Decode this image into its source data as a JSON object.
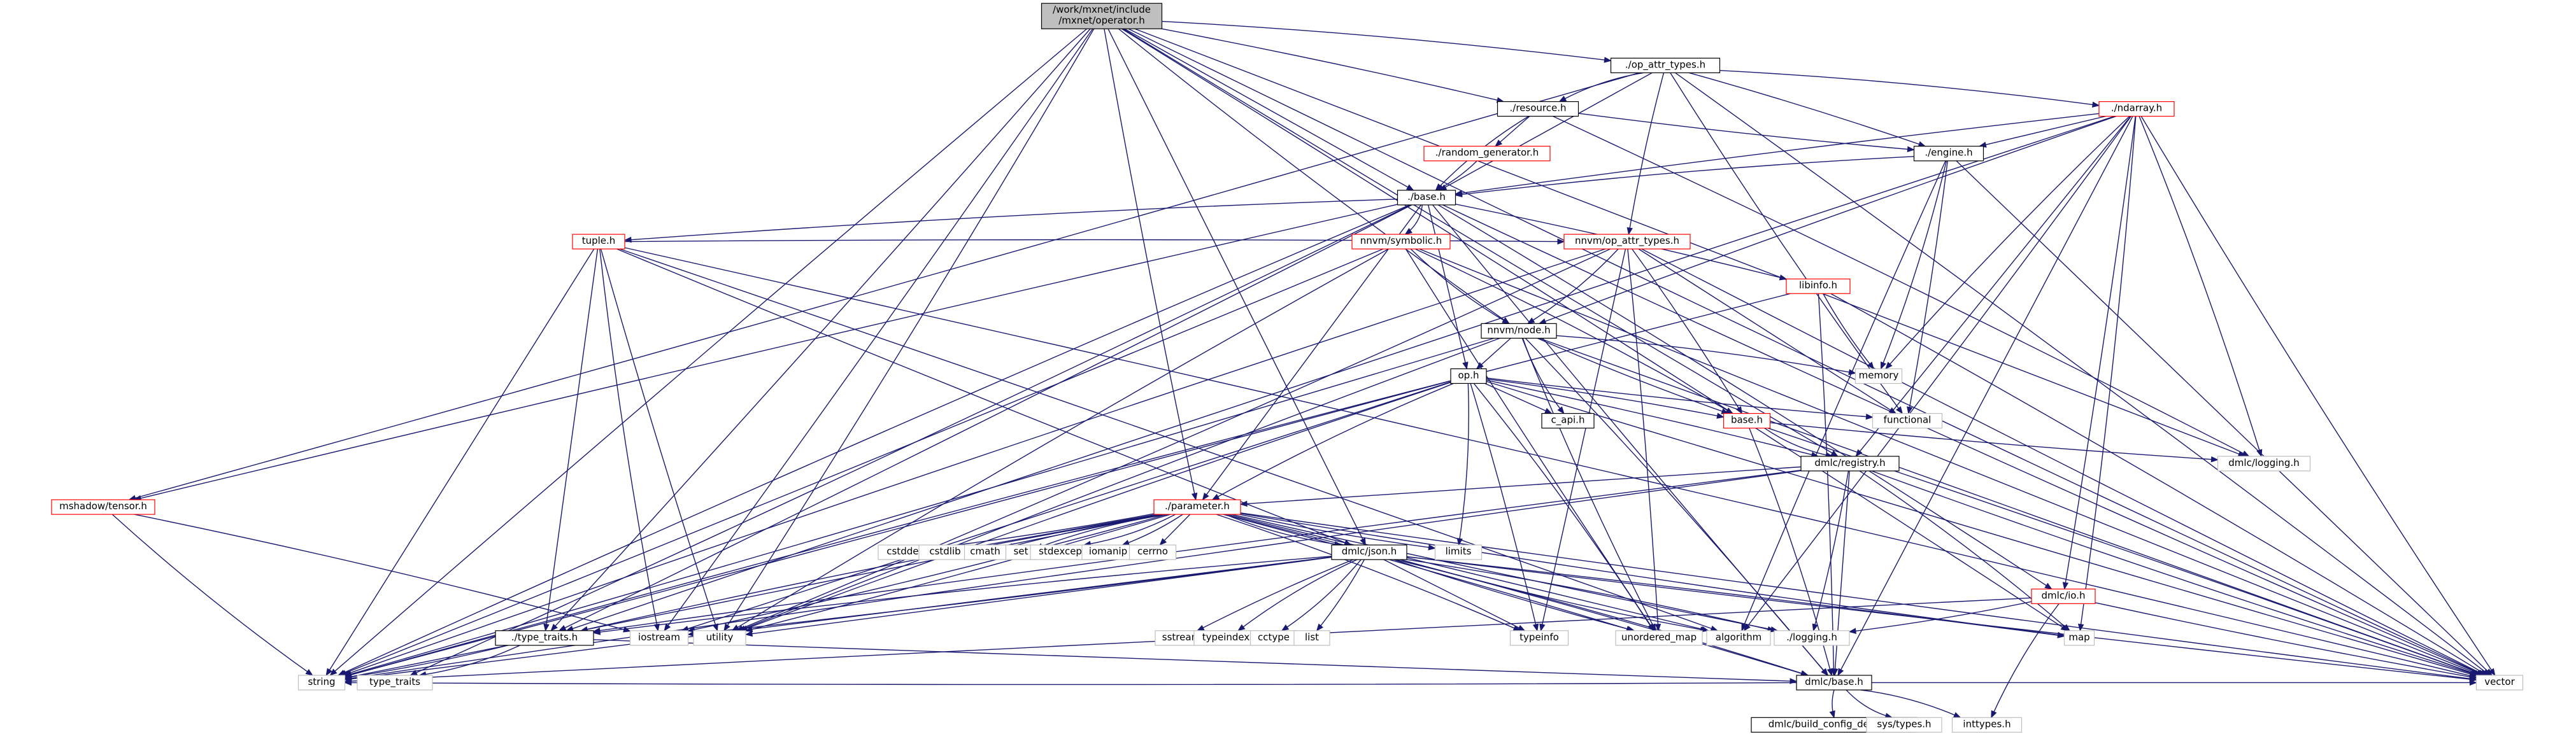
{
  "title": "/work/mxnet/include/mxnet/operator.h",
  "colors": {
    "root_fill": "#bfbfbf",
    "root_border": "#000000",
    "doc_border": "#000000",
    "undoc_border": "#ff0000",
    "system_border": "#bfbfbf",
    "edge": "#191970",
    "background": "#ffffff"
  },
  "nodes": [
    {
      "id": "operator_h",
      "lines": [
        "/work/mxnet/include",
        "/mxnet/operator.h"
      ],
      "kind": "root"
    },
    {
      "id": "op_attr_types",
      "lines": [
        "./op_attr_types.h"
      ],
      "kind": "doc"
    },
    {
      "id": "resource",
      "lines": [
        "./resource.h"
      ],
      "kind": "doc"
    },
    {
      "id": "ndarray",
      "lines": [
        "./ndarray.h"
      ],
      "kind": "undoc"
    },
    {
      "id": "random_generator",
      "lines": [
        "./random_generator.h"
      ],
      "kind": "undoc"
    },
    {
      "id": "engine",
      "lines": [
        "./engine.h"
      ],
      "kind": "doc"
    },
    {
      "id": "base",
      "lines": [
        "./base.h"
      ],
      "kind": "doc"
    },
    {
      "id": "tuple",
      "lines": [
        "tuple.h"
      ],
      "kind": "undoc"
    },
    {
      "id": "nnvm_symbolic",
      "lines": [
        "nnvm/symbolic.h"
      ],
      "kind": "undoc"
    },
    {
      "id": "nnvm_op_attr_types",
      "lines": [
        "nnvm/op_attr_types.h"
      ],
      "kind": "undoc"
    },
    {
      "id": "libinfo",
      "lines": [
        "libinfo.h"
      ],
      "kind": "undoc"
    },
    {
      "id": "nnvm_node",
      "lines": [
        "nnvm/node.h"
      ],
      "kind": "doc"
    },
    {
      "id": "op_h",
      "lines": [
        "op.h"
      ],
      "kind": "doc"
    },
    {
      "id": "memory",
      "lines": [
        "memory"
      ],
      "kind": "system"
    },
    {
      "id": "functional",
      "lines": [
        "functional"
      ],
      "kind": "system"
    },
    {
      "id": "c_api",
      "lines": [
        "c_api.h"
      ],
      "kind": "doc"
    },
    {
      "id": "base2",
      "lines": [
        "base.h"
      ],
      "kind": "undoc"
    },
    {
      "id": "dmlc_logging",
      "lines": [
        "dmlc/logging.h"
      ],
      "kind": "system"
    },
    {
      "id": "dmlc_registry",
      "lines": [
        "dmlc/registry.h"
      ],
      "kind": "doc"
    },
    {
      "id": "mshadow_tensor",
      "lines": [
        "mshadow/tensor.h"
      ],
      "kind": "undoc"
    },
    {
      "id": "parameter",
      "lines": [
        "./parameter.h"
      ],
      "kind": "undoc"
    },
    {
      "id": "cstddef",
      "lines": [
        "cstddef"
      ],
      "kind": "system"
    },
    {
      "id": "cstdlib",
      "lines": [
        "cstdlib"
      ],
      "kind": "system"
    },
    {
      "id": "cmath",
      "lines": [
        "cmath"
      ],
      "kind": "system"
    },
    {
      "id": "set",
      "lines": [
        "set"
      ],
      "kind": "system"
    },
    {
      "id": "stdexcept",
      "lines": [
        "stdexcept"
      ],
      "kind": "system"
    },
    {
      "id": "iomanip",
      "lines": [
        "iomanip"
      ],
      "kind": "system"
    },
    {
      "id": "cerrno",
      "lines": [
        "cerrno"
      ],
      "kind": "system"
    },
    {
      "id": "limits",
      "lines": [
        "limits"
      ],
      "kind": "system"
    },
    {
      "id": "dmlc_json",
      "lines": [
        "dmlc/json.h"
      ],
      "kind": "doc"
    },
    {
      "id": "dmlc_io",
      "lines": [
        "dmlc/io.h"
      ],
      "kind": "undoc"
    },
    {
      "id": "iostream",
      "lines": [
        "iostream"
      ],
      "kind": "system"
    },
    {
      "id": "utility",
      "lines": [
        "utility"
      ],
      "kind": "system"
    },
    {
      "id": "sstream",
      "lines": [
        "sstream"
      ],
      "kind": "system"
    },
    {
      "id": "typeindex",
      "lines": [
        "typeindex"
      ],
      "kind": "system"
    },
    {
      "id": "cctype",
      "lines": [
        "cctype"
      ],
      "kind": "system"
    },
    {
      "id": "list",
      "lines": [
        "list"
      ],
      "kind": "system"
    },
    {
      "id": "typeinfo",
      "lines": [
        "typeinfo"
      ],
      "kind": "system"
    },
    {
      "id": "unordered_map",
      "lines": [
        "unordered_map"
      ],
      "kind": "system"
    },
    {
      "id": "algorithm",
      "lines": [
        "algorithm"
      ],
      "kind": "system"
    },
    {
      "id": "logging_h",
      "lines": [
        "./logging.h"
      ],
      "kind": "system"
    },
    {
      "id": "map",
      "lines": [
        "map"
      ],
      "kind": "system"
    },
    {
      "id": "type_traits_h",
      "lines": [
        "./type_traits.h"
      ],
      "kind": "doc"
    },
    {
      "id": "type_traits",
      "lines": [
        "type_traits"
      ],
      "kind": "system"
    },
    {
      "id": "dmlc_base",
      "lines": [
        "dmlc/base.h"
      ],
      "kind": "doc"
    },
    {
      "id": "build_config",
      "lines": [
        "dmlc/build_config_default.h"
      ],
      "kind": "doc"
    },
    {
      "id": "sys_types",
      "lines": [
        "sys/types.h"
      ],
      "kind": "system"
    },
    {
      "id": "inttypes",
      "lines": [
        "inttypes.h"
      ],
      "kind": "system"
    },
    {
      "id": "string",
      "lines": [
        "string"
      ],
      "kind": "system"
    },
    {
      "id": "vector",
      "lines": [
        "vector"
      ],
      "kind": "system"
    }
  ],
  "edges": [
    [
      "operator_h",
      "op_attr_types"
    ],
    [
      "operator_h",
      "resource"
    ],
    [
      "operator_h",
      "base"
    ],
    [
      "operator_h",
      "string"
    ],
    [
      "operator_h",
      "vector"
    ],
    [
      "operator_h",
      "utility"
    ],
    [
      "operator_h",
      "iostream"
    ],
    [
      "operator_h",
      "dmlc_logging"
    ],
    [
      "operator_h",
      "dmlc_registry"
    ],
    [
      "operator_h",
      "nnvm_node"
    ],
    [
      "operator_h",
      "map"
    ],
    [
      "operator_h",
      "type_traits_h"
    ],
    [
      "operator_h",
      "dmlc_json"
    ],
    [
      "operator_h",
      "parameter"
    ],
    [
      "op_attr_types",
      "resource"
    ],
    [
      "op_attr_types",
      "ndarray"
    ],
    [
      "op_attr_types",
      "engine"
    ],
    [
      "op_attr_types",
      "base"
    ],
    [
      "op_attr_types",
      "nnvm_op_attr_types"
    ],
    [
      "op_attr_types",
      "functional"
    ],
    [
      "op_attr_types",
      "vector"
    ],
    [
      "op_attr_types",
      "mshadow_tensor"
    ],
    [
      "resource",
      "random_generator"
    ],
    [
      "resource",
      "engine"
    ],
    [
      "resource",
      "base"
    ],
    [
      "resource",
      "dmlc_logging"
    ],
    [
      "random_generator",
      "base"
    ],
    [
      "ndarray",
      "engine"
    ],
    [
      "ndarray",
      "base"
    ],
    [
      "ndarray",
      "memory"
    ],
    [
      "ndarray",
      "dmlc_logging"
    ],
    [
      "ndarray",
      "dmlc_io"
    ],
    [
      "ndarray",
      "dmlc_registry"
    ],
    [
      "ndarray",
      "nnvm_node"
    ],
    [
      "ndarray",
      "vector"
    ],
    [
      "ndarray",
      "map"
    ],
    [
      "ndarray",
      "algorithm"
    ],
    [
      "ndarray",
      "dmlc_base"
    ],
    [
      "ndarray",
      "type_traits_h"
    ],
    [
      "engine",
      "base"
    ],
    [
      "engine",
      "memory"
    ],
    [
      "engine",
      "functional"
    ],
    [
      "engine",
      "vector"
    ],
    [
      "engine",
      "algorithm"
    ],
    [
      "base",
      "tuple"
    ],
    [
      "base",
      "nnvm_symbolic"
    ],
    [
      "base",
      "libinfo"
    ],
    [
      "base",
      "op_h"
    ],
    [
      "base",
      "mshadow_tensor"
    ],
    [
      "base",
      "string"
    ],
    [
      "base",
      "dmlc_io"
    ],
    [
      "base",
      "type_traits_h"
    ],
    [
      "base",
      "parameter"
    ],
    [
      "base",
      "dmlc_base"
    ],
    [
      "base",
      "vector"
    ],
    [
      "base",
      "type_traits"
    ],
    [
      "tuple",
      "nnvm_op_attr_types"
    ],
    [
      "tuple",
      "string"
    ],
    [
      "tuple",
      "utility"
    ],
    [
      "tuple",
      "iostream"
    ],
    [
      "tuple",
      "vector"
    ],
    [
      "tuple",
      "algorithm"
    ],
    [
      "tuple",
      "type_traits_h"
    ],
    [
      "tuple",
      "dmlc_json"
    ],
    [
      "nnvm_symbolic",
      "nnvm_node"
    ],
    [
      "nnvm_symbolic",
      "base2"
    ],
    [
      "nnvm_symbolic",
      "string"
    ],
    [
      "nnvm_symbolic",
      "vector"
    ],
    [
      "nnvm_symbolic",
      "unordered_map"
    ],
    [
      "nnvm_symbolic",
      "utility"
    ],
    [
      "nnvm_op_attr_types",
      "nnvm_node"
    ],
    [
      "nnvm_op_attr_types",
      "base2"
    ],
    [
      "nnvm_op_attr_types",
      "functional"
    ],
    [
      "nnvm_op_attr_types",
      "vector"
    ],
    [
      "nnvm_op_attr_types",
      "string"
    ],
    [
      "nnvm_op_attr_types",
      "utility"
    ],
    [
      "nnvm_op_attr_types",
      "unordered_map"
    ],
    [
      "nnvm_op_attr_types",
      "typeinfo"
    ],
    [
      "libinfo",
      "memory"
    ],
    [
      "libinfo",
      "string"
    ],
    [
      "libinfo",
      "vector"
    ],
    [
      "libinfo",
      "dmlc_base"
    ],
    [
      "nnvm_node",
      "op_h"
    ],
    [
      "nnvm_node",
      "base2"
    ],
    [
      "nnvm_node",
      "c_api"
    ],
    [
      "nnvm_node",
      "memory"
    ],
    [
      "nnvm_node",
      "string"
    ],
    [
      "nnvm_node",
      "vector"
    ],
    [
      "nnvm_node",
      "utility"
    ],
    [
      "nnvm_node",
      "unordered_map"
    ],
    [
      "nnvm_node",
      "dmlc_base"
    ],
    [
      "op_h",
      "base2"
    ],
    [
      "op_h",
      "c_api"
    ],
    [
      "op_h",
      "functional"
    ],
    [
      "op_h",
      "parameter"
    ],
    [
      "op_h",
      "limits"
    ],
    [
      "op_h",
      "typeinfo"
    ],
    [
      "op_h",
      "string"
    ],
    [
      "op_h",
      "vector"
    ],
    [
      "op_h",
      "utility"
    ],
    [
      "op_h",
      "unordered_map"
    ],
    [
      "op_h",
      "dmlc_registry"
    ],
    [
      "op_h",
      "iostream"
    ],
    [
      "base2",
      "dmlc_logging"
    ],
    [
      "base2",
      "dmlc_registry"
    ],
    [
      "base2",
      "dmlc_base"
    ],
    [
      "base2",
      "vector"
    ],
    [
      "dmlc_registry",
      "parameter"
    ],
    [
      "dmlc_registry",
      "string"
    ],
    [
      "dmlc_registry",
      "vector"
    ],
    [
      "dmlc_registry",
      "map"
    ],
    [
      "dmlc_registry",
      "logging_h"
    ],
    [
      "dmlc_registry",
      "dmlc_base"
    ],
    [
      "dmlc_registry",
      "type_traits_h"
    ],
    [
      "mshadow_tensor",
      "string"
    ],
    [
      "mshadow_tensor",
      "iostream"
    ],
    [
      "parameter",
      "cstddef"
    ],
    [
      "parameter",
      "cstdlib"
    ],
    [
      "parameter",
      "cmath"
    ],
    [
      "parameter",
      "set"
    ],
    [
      "parameter",
      "stdexcept"
    ],
    [
      "parameter",
      "iomanip"
    ],
    [
      "parameter",
      "cerrno"
    ],
    [
      "parameter",
      "limits"
    ],
    [
      "parameter",
      "dmlc_json"
    ],
    [
      "parameter",
      "iostream"
    ],
    [
      "parameter",
      "utility"
    ],
    [
      "parameter",
      "string"
    ],
    [
      "parameter",
      "vector"
    ],
    [
      "parameter",
      "map"
    ],
    [
      "parameter",
      "typeinfo"
    ],
    [
      "parameter",
      "unordered_map"
    ],
    [
      "parameter",
      "algorithm"
    ],
    [
      "parameter",
      "logging_h"
    ],
    [
      "parameter",
      "type_traits_h"
    ],
    [
      "parameter",
      "dmlc_base"
    ],
    [
      "dmlc_json",
      "iostream"
    ],
    [
      "dmlc_json",
      "utility"
    ],
    [
      "dmlc_json",
      "sstream"
    ],
    [
      "dmlc_json",
      "typeindex"
    ],
    [
      "dmlc_json",
      "cctype"
    ],
    [
      "dmlc_json",
      "list"
    ],
    [
      "dmlc_json",
      "typeinfo"
    ],
    [
      "dmlc_json",
      "unordered_map"
    ],
    [
      "dmlc_json",
      "algorithm"
    ],
    [
      "dmlc_json",
      "logging_h"
    ],
    [
      "dmlc_json",
      "map"
    ],
    [
      "dmlc_json",
      "string"
    ],
    [
      "dmlc_json",
      "vector"
    ],
    [
      "dmlc_json",
      "type_traits_h"
    ],
    [
      "dmlc_json",
      "dmlc_base"
    ],
    [
      "dmlc_io",
      "logging_h"
    ],
    [
      "dmlc_io",
      "string"
    ],
    [
      "dmlc_io",
      "vector"
    ],
    [
      "dmlc_io",
      "inttypes"
    ],
    [
      "type_traits_h",
      "type_traits"
    ],
    [
      "type_traits_h",
      "string"
    ],
    [
      "type_traits_h",
      "dmlc_base"
    ],
    [
      "dmlc_base",
      "build_config"
    ],
    [
      "dmlc_base",
      "sys_types"
    ],
    [
      "dmlc_base",
      "inttypes"
    ],
    [
      "dmlc_base",
      "string"
    ],
    [
      "dmlc_base",
      "vector"
    ]
  ]
}
